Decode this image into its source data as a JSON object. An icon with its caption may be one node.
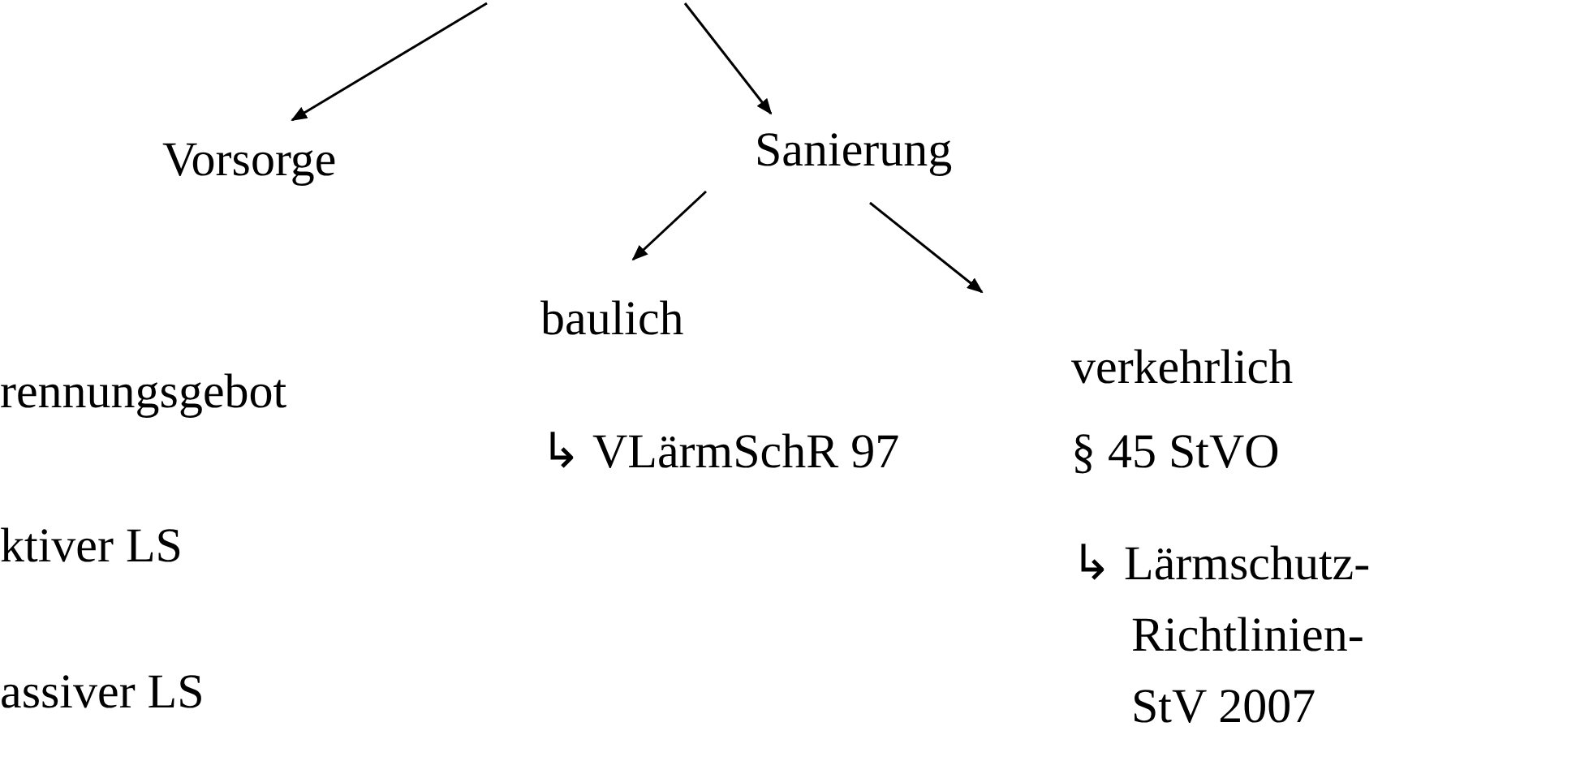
{
  "diagram": {
    "nodes": [
      {
        "text": [
          "Vorsorge"
        ]
      },
      {
        "text": [
          "Sanierung"
        ]
      },
      {
        "text": [
          "baulich"
        ]
      },
      {
        "text": [
          "verkehrlich"
        ]
      }
    ],
    "edges": [
      {
        "from": null,
        "to": 0,
        "arrow": "to"
      },
      {
        "from": null,
        "to": 1,
        "arrow": "to"
      },
      {
        "from": 1,
        "to": 2,
        "arrow": "to"
      },
      {
        "from": 1,
        "to": 3,
        "arrow": "to"
      }
    ],
    "labels": [
      "rennungsgebot",
      "↳ VLärmSchR 97",
      "§ 45 StVO",
      "ktiver LS",
      "↳ Lärmschutz- Richtlinien- StV 2007",
      "assiver LS"
    ]
  }
}
